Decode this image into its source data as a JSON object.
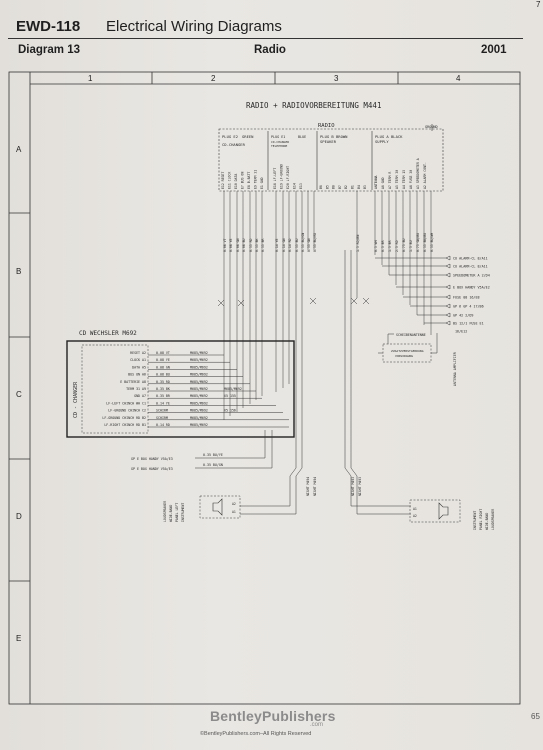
{
  "header": {
    "code": "EWD-118",
    "title": "Electrical Wiring Diagrams",
    "diagram": "Diagram 13",
    "section": "Radio",
    "year": "2001",
    "corner_mark": "7"
  },
  "grid": {
    "columns": [
      "1",
      "2",
      "3",
      "4"
    ],
    "rows": [
      "A",
      "B",
      "C",
      "D",
      "E"
    ]
  },
  "diagram": {
    "main_title": "RADIO + RADIOVORBEREITUNG M441",
    "radio_label": "RADIO",
    "ground_label": "GROUND",
    "plug_e2": [
      "PLUG E2",
      "CD-CHANGER"
    ],
    "plug_e2_green": "GREEN",
    "plug_e1": [
      "PLUG E1",
      "CD-CHANGER",
      "TELEPHONE"
    ],
    "plug_e1_blue": "BLUE",
    "plug_b": [
      "PLUG B BROWN",
      "SPEAKER"
    ],
    "plug_a": [
      "PLUG A BLACK",
      "SUPPLY"
    ],
    "e2_pins": [
      "E12 RESET",
      "E11 CLOCK",
      "E10 DATA",
      "E7 BUS ON",
      "E8 B-BATT",
      "E9 TERM 31",
      "E1 GND"
    ],
    "e1_pins": [
      "E18 LF-LEFT",
      "E19 LF-GROUND",
      "E20 LF-RIGHT",
      "E14",
      "E13"
    ],
    "b_pins": [
      "B6",
      "B5",
      "B8",
      "B7",
      "B2",
      "B1",
      "B4",
      "B3"
    ],
    "b_pin_sub": [
      "FL-",
      "FL+",
      "FR-",
      "FR+",
      "RL-",
      "RL+",
      "RR-",
      "RR+"
    ],
    "a_pins": [
      "ANTENNA",
      "A6 GND",
      "A7 TERM R",
      "A5 TERM 30",
      "A4 TERM 15",
      "A8 FUSE 30",
      "A3 SPEEDOMETER A",
      "A2 ALARM CONT."
    ],
    "wires_left": [
      "0.08 VT",
      "0.08 YE",
      "0.08 GN",
      "0.08 BU",
      "0.35 RD",
      "0.35 BK",
      "0.35 BR",
      "0.14 YE",
      "0.14 GN",
      "0.14 RD"
    ],
    "wires_mid": [
      "0.35 BU",
      "0.35 BU/GN",
      "0.35 GN",
      "0.35 BU/RD",
      "0.35 YE",
      "0.35 GN/YE"
    ],
    "wire_radio_feed": "1.5 RD/BN",
    "wires_right": [
      "0.5 WH",
      "0.5 BR",
      "1.5 BR",
      "2.5 RD",
      "0.75 BU",
      "1.5 BU",
      "0.75 GN/BU",
      "0.35 BN/BU",
      "0.35 BU/WH",
      "0.35 BN/BU"
    ],
    "right_connections": [
      "CU ALARM-CL 8/A11",
      "CU ALARM-CL 8/A11",
      "SPEEDOMETER A 2/D4",
      "E BOX HANDY V5A/E2",
      "FUSE 08   16/E8",
      "GP 6 GP 4  17/B6",
      "GP 42  2/D9",
      "BS 12/1 FUSE E1",
      "16/E12"
    ],
    "antenna_amp": "ANTENNA AMPLIFIER",
    "antenna_label_top": "SCHEIBENANTENNE",
    "antenna_label_inner": "ZUSATZVERSTAERKUNG",
    "antenna_label_inner2": "VORSORGUNG",
    "cd_title": "CD WECHSLER M692",
    "cd_side": "CD - CHANGER",
    "cd_pins": [
      "RESET A2",
      "CLOCK A1",
      "DATA A5",
      "BUS ON A6",
      "E BATTERIE A8",
      "TERM 31 A9",
      "GND A7",
      "LF-LEFT CHINCH WH C1",
      "LF-GROUND CHINCH C2",
      "LF-GROUND CHINCH RD B2",
      "LF-RIGHT CHINCH RD B1"
    ],
    "cd_wires": [
      "0.08 VT",
      "0.08 YE",
      "0.08 GN",
      "0.08 BU",
      "0.35 RD",
      "0.35 BK",
      "0.35 BR",
      "0.14 YE",
      "SCHIRM",
      "SCHIRM",
      "0.14 RD"
    ],
    "cd_refs": [
      "M685/M692",
      "M685/M692",
      "M685/M692",
      "M685/M692",
      "M685/M692",
      "M685/M692",
      "M685/M692",
      "M685/M692",
      "M685/M692",
      "M685/M692",
      "M685/M692"
    ],
    "cd_refs2": [
      "",
      "",
      "",
      "",
      "",
      "M685/M692",
      "X5 155",
      "",
      "X5 156",
      "",
      ""
    ],
    "handy_lines": [
      "GP E BOX HANDY V5A/E3",
      "GP E BOX HANDY V5A/E3"
    ],
    "handy_wires": [
      "0.35 BU/YE",
      "0.35 BU/GN"
    ],
    "night_wires_left": [
      "NIGHT M494",
      "NIGHT M494"
    ],
    "night_wires_right": [
      "NIGHT M493",
      "NIGHT M493"
    ],
    "speaker_left": [
      "LOUDSPEAKER",
      "WIDE-BAND",
      "PANEL LEFT",
      "INSTRUMENT"
    ],
    "speaker_right": [
      "INSTRUMENT",
      "PANEL RIGHT",
      "WIDE-BAND",
      "LOUDSPEAKER"
    ],
    "speaker_left_pins": [
      "A2",
      "A1"
    ],
    "speaker_right_pins": [
      "A1",
      "A2"
    ]
  },
  "footer": {
    "brand": "BentleyPublishers",
    "brand_com": ".com",
    "copyright": "©BentleyPublishers.com–All Rights Reserved",
    "page_number": "65"
  },
  "colors": {
    "paper": "#e6e3de",
    "ink": "#2a2a2a",
    "brand_gray": "#8b8b8b"
  }
}
